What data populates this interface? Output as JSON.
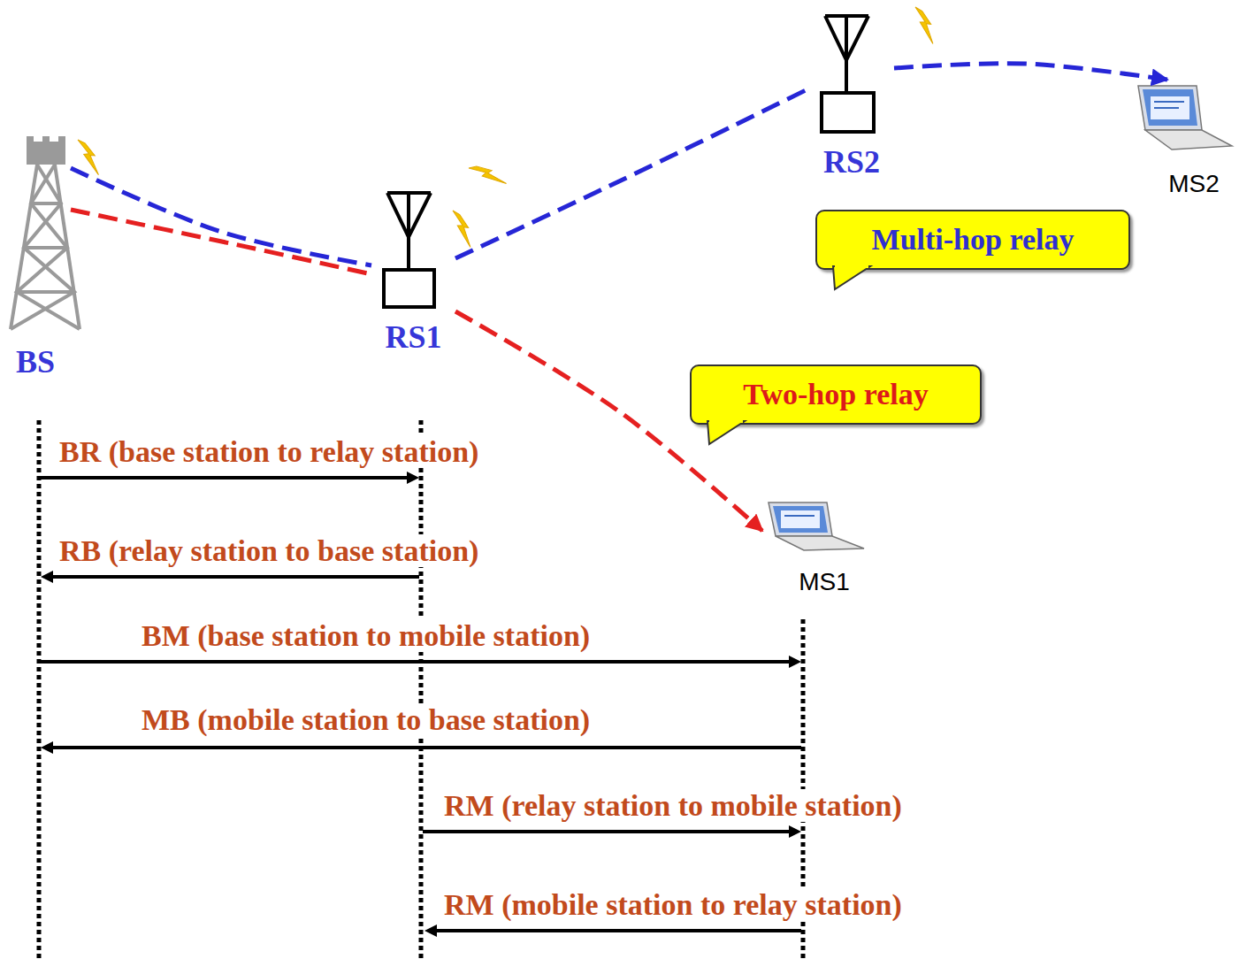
{
  "diagram": {
    "nodes": [
      {
        "text": [
          "BS"
        ]
      },
      {
        "text": [
          "RS1"
        ]
      },
      {
        "text": [
          "RS2"
        ]
      },
      {
        "text": [
          "MS2"
        ]
      },
      {
        "text": [
          "Multi-hop relay"
        ]
      },
      {
        "text": [
          "Two-hop relay"
        ]
      },
      {
        "text": [
          "MS1"
        ]
      }
    ],
    "edges": [
      {
        "from": 0,
        "to": 1,
        "arrow": "none"
      },
      {
        "from": 1,
        "to": 2,
        "arrow": "none"
      },
      {
        "from": 2,
        "to": 3,
        "arrow": "to"
      },
      {
        "from": 0,
        "to": 1,
        "arrow": "none"
      },
      {
        "from": 1,
        "to": 6,
        "arrow": "to"
      }
    ],
    "labels": [
      "BR (base station to relay station)",
      "RB (relay station to base station)",
      "BM (base station to mobile station)",
      "MB (mobile station to base station)",
      "RM (relay station to mobile station)",
      "RM (mobile station to relay station)"
    ]
  }
}
